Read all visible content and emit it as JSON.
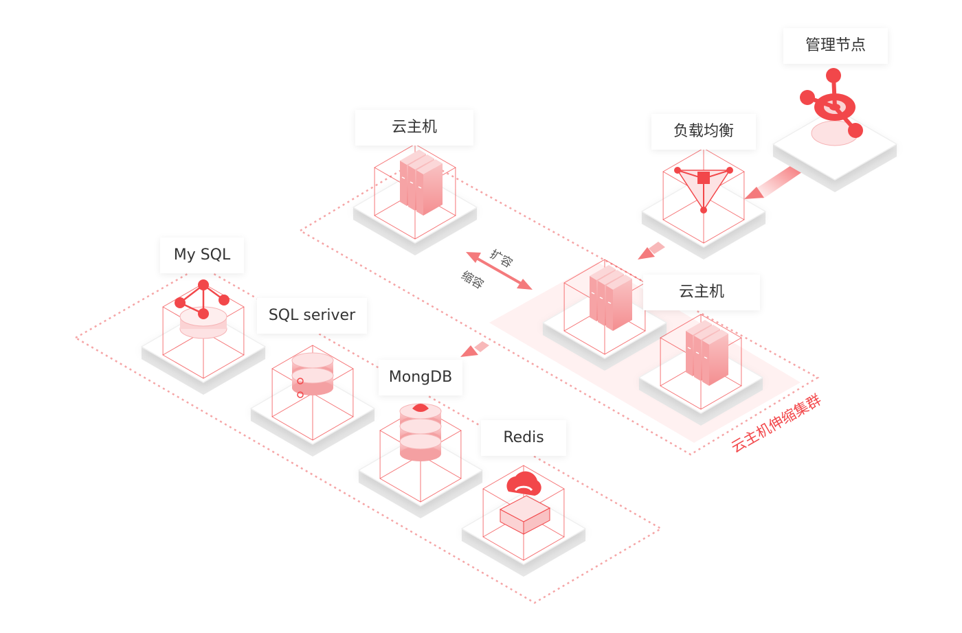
{
  "labels": {
    "management_node": "管理节点",
    "load_balancer": "负载均衡",
    "cloud_host_top": "云主机",
    "cloud_host_right": "云主机",
    "mysql": "My SQL",
    "sqlserver": "SQL seriver",
    "mongodb": "MongDB",
    "redis": "Redis",
    "scale_out": "扩容",
    "scale_in": "缩容",
    "cluster": "云主机伸缩集群"
  },
  "colors": {
    "accent": "#F2474A",
    "accent_light": "#F7A3A5",
    "dash": "#F5A5A6",
    "cluster_fill": "#FFF1F1",
    "text": "#333333",
    "platform_top": "#FFFFFF",
    "platform_side": "#E6E6E6"
  },
  "icons": [
    "management-node-icon",
    "load-balancer-icon",
    "cloud-host-icon",
    "mysql-icon",
    "sqlserver-icon",
    "mongodb-icon",
    "redis-icon"
  ]
}
